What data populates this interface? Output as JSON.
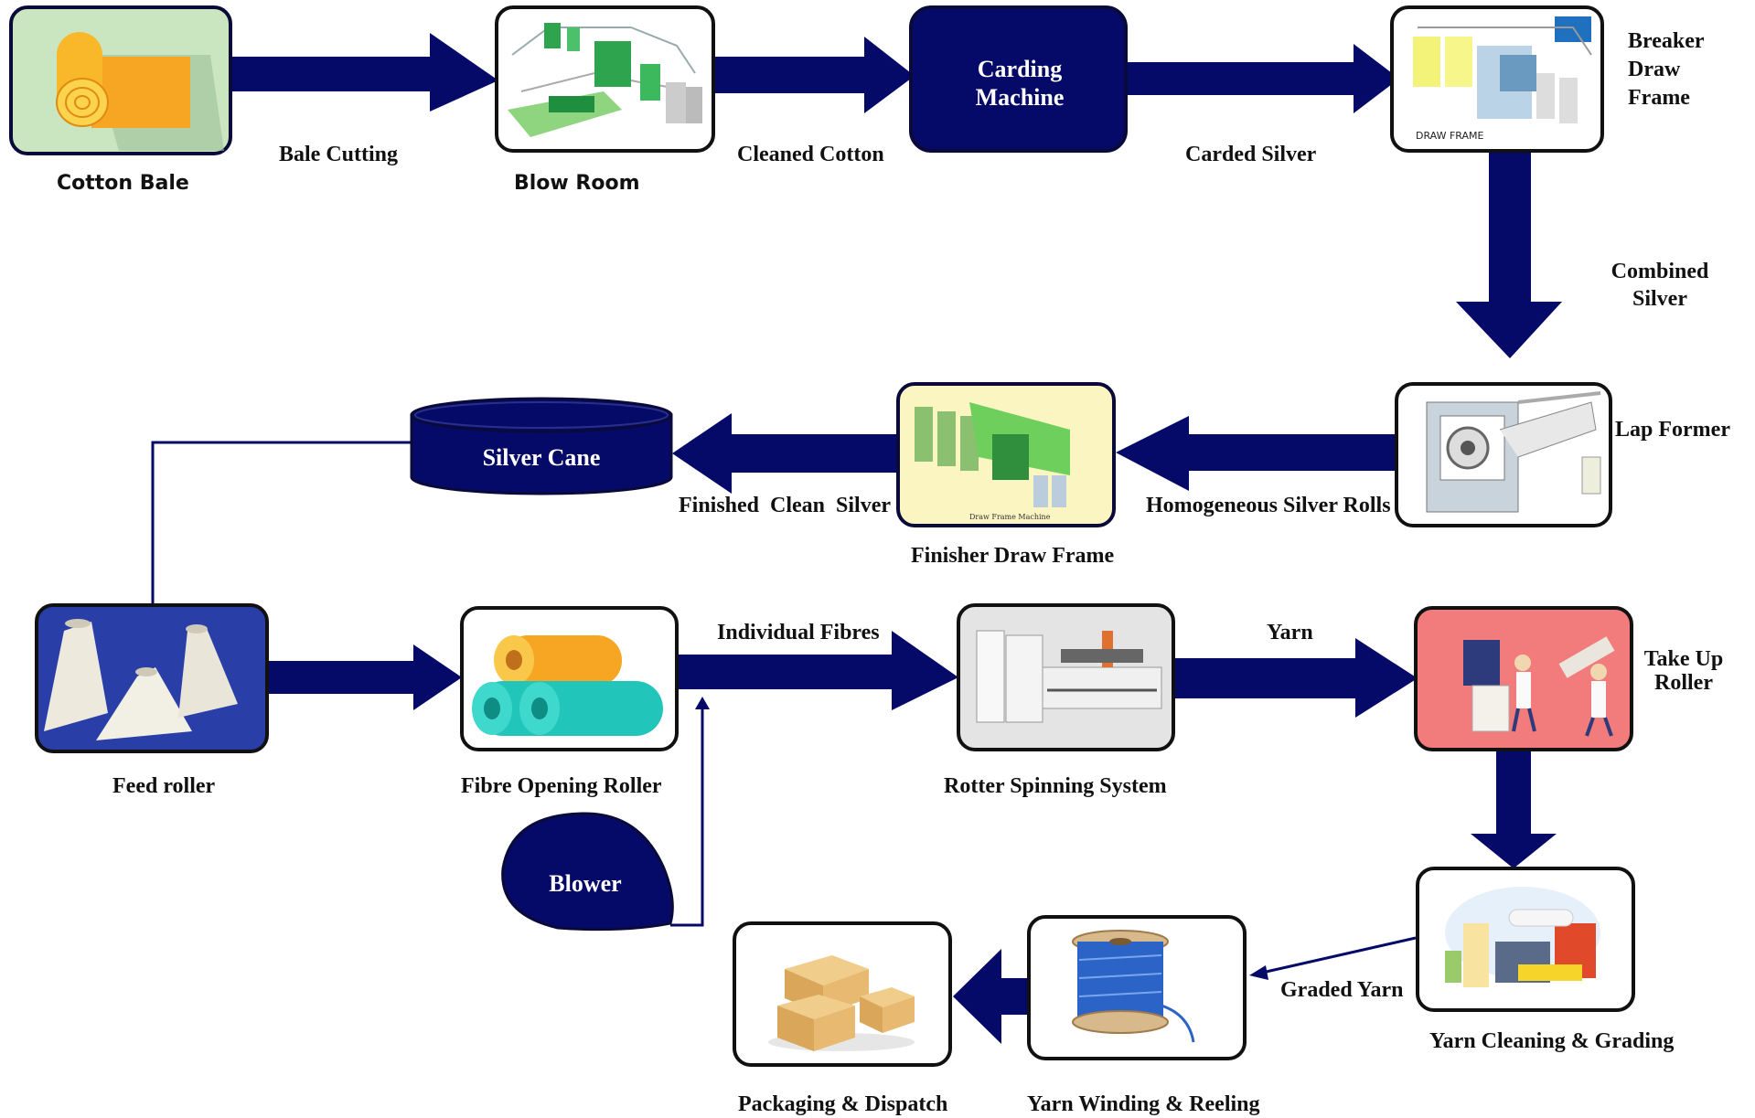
{
  "nodes": {
    "cotton_bale": "Cotton Bale",
    "blow_room": "Blow Room",
    "carding_machine": "Carding Machine",
    "breaker_draw_frame": [
      "Breaker",
      "Draw",
      "Frame"
    ],
    "lap_former": "Lap Former",
    "finisher_draw_frame": "Finisher Draw Frame",
    "silver_cane": "Silver Cane",
    "feed_roller": "Feed roller",
    "fibre_opening_roller": "Fibre Opening Roller",
    "blower": "Blower",
    "rotter_spinning_system": "Rotter Spinning System",
    "take_up_roller": [
      "Take Up",
      "Roller"
    ],
    "yarn_cleaning_grading": "Yarn Cleaning & Grading",
    "yarn_winding_reeling": "Yarn Winding & Reeling",
    "packaging_dispatch": "Packaging & Dispatch"
  },
  "edges": {
    "bale_cutting": "Bale Cutting",
    "cleaned_cotton": "Cleaned Cotton",
    "carded_silver": "Carded Silver",
    "combined_silver": [
      "Combined",
      "Silver"
    ],
    "homogeneous_silver_rolls": "Homogeneous Silver Rolls",
    "finished_clean_silver": "Finished  Clean  Silver",
    "individual_fibres": "Individual Fibres",
    "yarn": "Yarn",
    "graded_yarn": "Graded Yarn"
  },
  "image_text": {
    "draw_frame": "DRAW FRAME",
    "draw_frame_machine": "Draw Frame Machine"
  },
  "colors": {
    "arrow": "#050a68",
    "node_fill": "#050a68",
    "node_border": "#0a0a3a",
    "frame_border": "#111111"
  }
}
